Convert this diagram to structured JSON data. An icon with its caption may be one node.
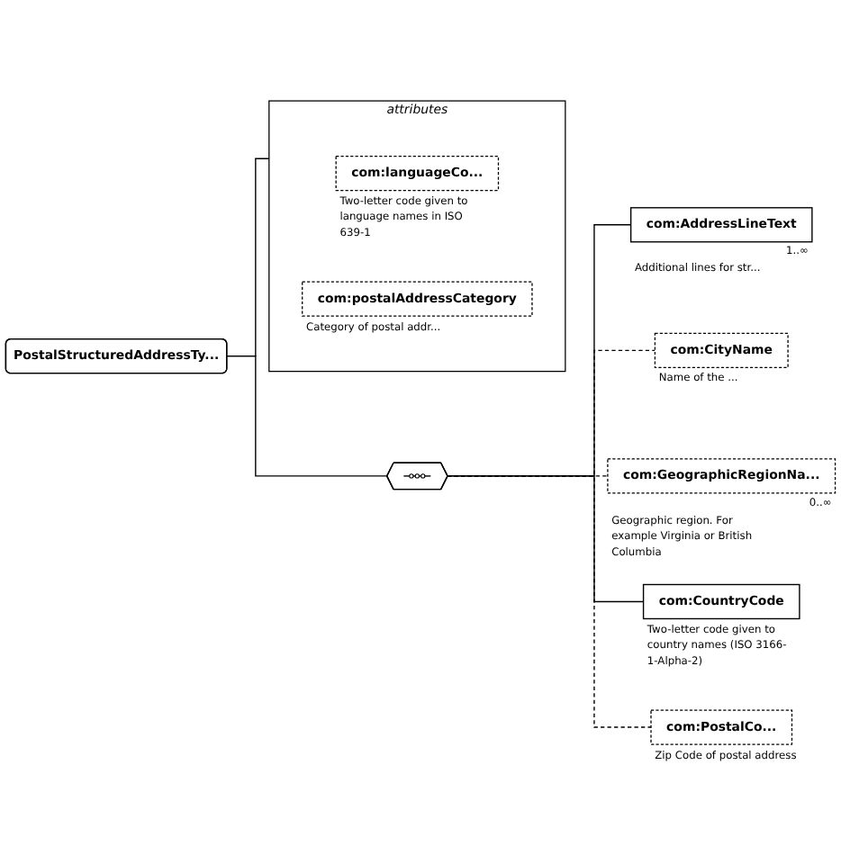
{
  "diagram": {
    "nodes": [
      {
        "text": [
          "PostalStructuredAddressTy..."
        ]
      },
      {
        "text": [
          "attributes"
        ]
      },
      {
        "text": [
          "com:languageCo..."
        ],
        "in": 1,
        "beside": [
          "Two-letter code given to language names in ISO 639-1"
        ]
      },
      {
        "text": [
          "com:postalAddressCategory"
        ],
        "in": 1,
        "beside": [
          "Category of postal addr..."
        ]
      },
      {
        "text": [],
        "shape": "hexagon"
      },
      {
        "text": [
          "com:AddressLineText"
        ],
        "beside": [
          "1..∞",
          "Additional lines for str..."
        ]
      },
      {
        "text": [
          "com:CityName"
        ],
        "beside": [
          "Name of the ..."
        ]
      },
      {
        "text": [
          "com:GeographicRegionNa..."
        ],
        "beside": [
          "0..∞",
          "Geographic region. For example Virginia or British Columbia"
        ]
      },
      {
        "text": [
          "com:CountryCode"
        ],
        "beside": [
          "Two-letter code given to country names (ISO 3166-1-Alpha-2)"
        ]
      },
      {
        "text": [
          "com:PostalCo..."
        ],
        "beside": [
          "Zip Code of postal address"
        ]
      }
    ],
    "edges": [
      {
        "from": 0,
        "to": 1,
        "arrow": "none"
      },
      {
        "from": 0,
        "to": 4,
        "arrow": "none"
      },
      {
        "from": 4,
        "to": 5,
        "arrow": "none"
      },
      {
        "from": 4,
        "to": 6,
        "arrow": "none",
        "style": "dashed"
      },
      {
        "from": 4,
        "to": 7,
        "arrow": "none",
        "style": "dashed"
      },
      {
        "from": 4,
        "to": 8,
        "arrow": "none"
      },
      {
        "from": 4,
        "to": 9,
        "arrow": "none",
        "style": "dashed"
      }
    ]
  }
}
